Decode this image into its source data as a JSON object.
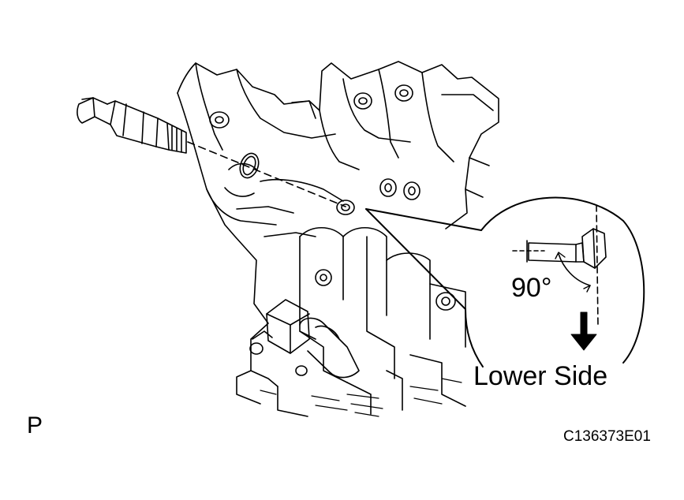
{
  "labels": {
    "corner_mark": "P",
    "figure_id": "C136373E01",
    "angle": "90°",
    "lower_side": "Lower Side"
  },
  "icons": {
    "direction_arrow": "down-arrow-icon"
  },
  "colors": {
    "line": "#000000",
    "background": "#ffffff"
  }
}
